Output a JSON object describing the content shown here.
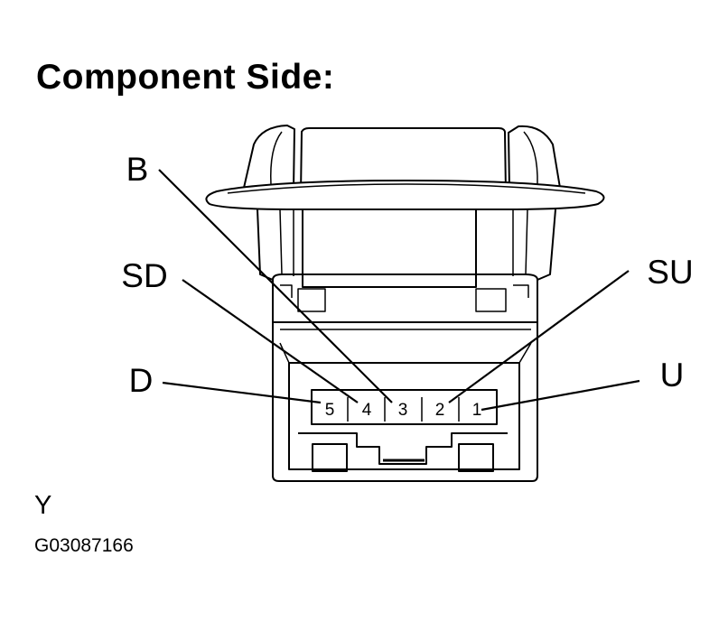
{
  "diagram": {
    "title": "Component Side:",
    "footer_letter": "Y",
    "figure_code": "G03087166",
    "pins": [
      {
        "number": "5"
      },
      {
        "number": "4"
      },
      {
        "number": "3"
      },
      {
        "number": "2"
      },
      {
        "number": "1"
      }
    ],
    "signals": [
      {
        "label": "B",
        "pin": "3"
      },
      {
        "label": "SD",
        "pin": "4"
      },
      {
        "label": "D",
        "pin": "5"
      },
      {
        "label": "SU",
        "pin": "2"
      },
      {
        "label": "U",
        "pin": "1"
      }
    ]
  }
}
